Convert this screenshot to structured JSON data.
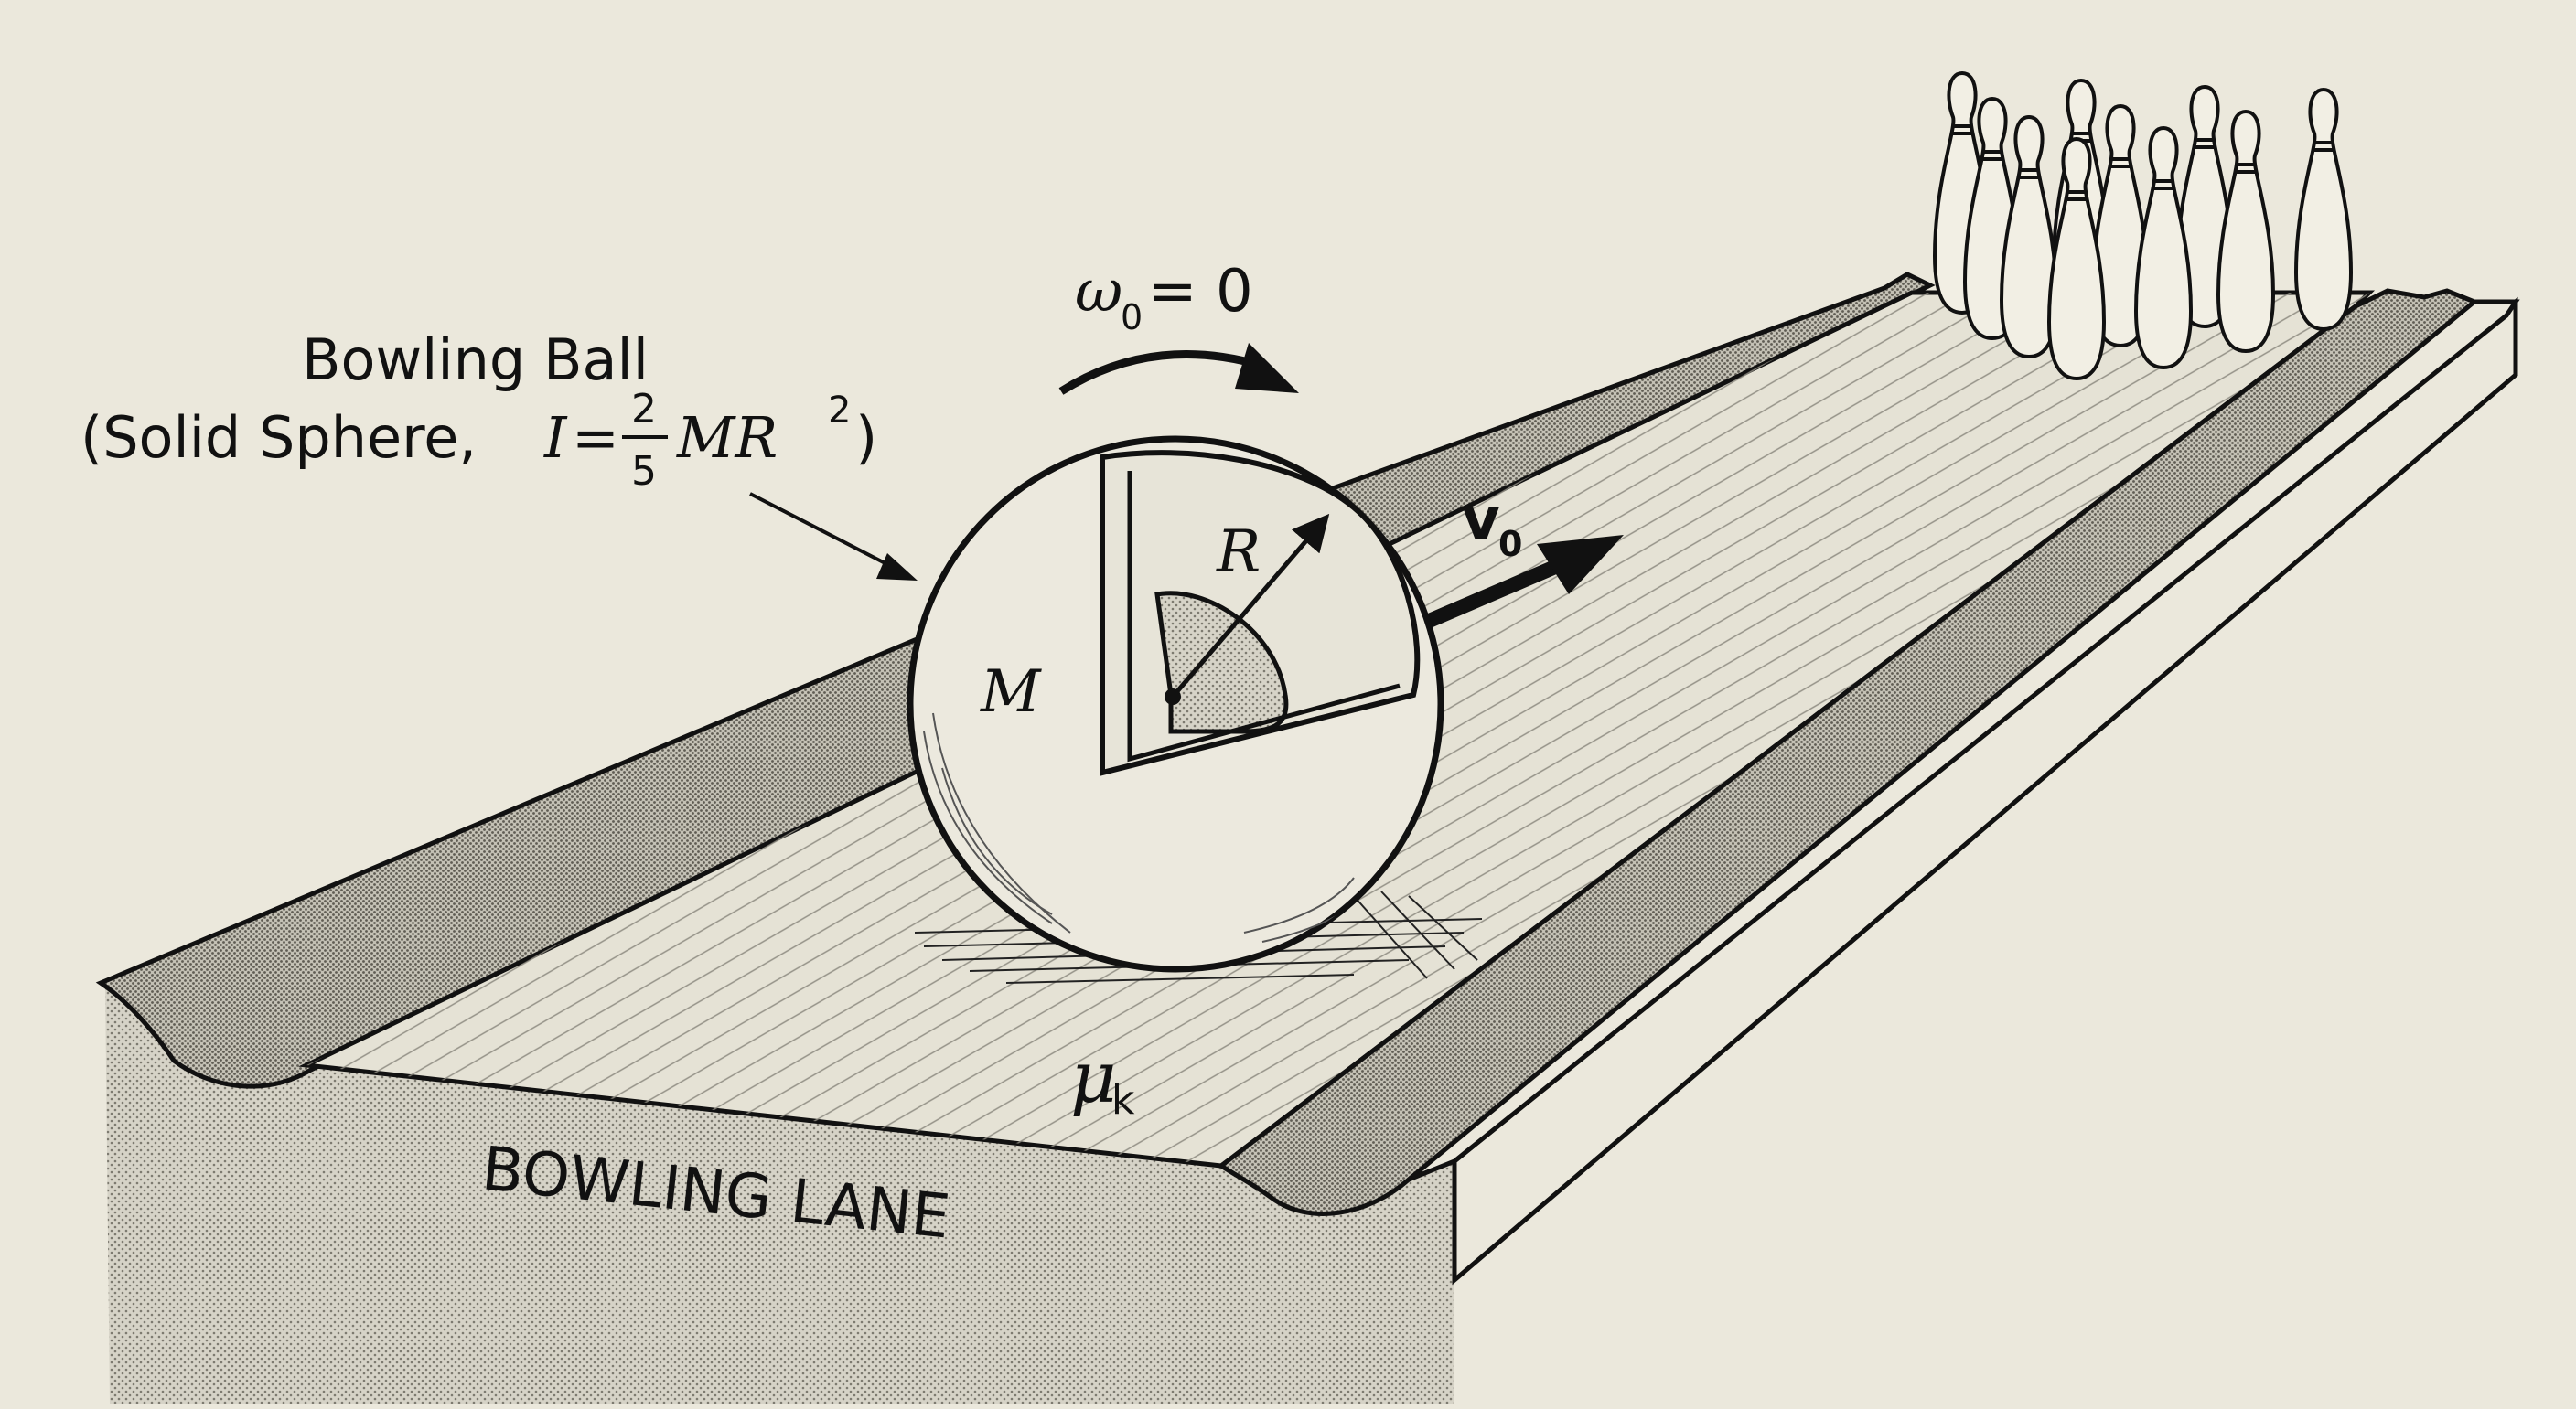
{
  "labels": {
    "ball_title": "Bowling Ball",
    "ball_subtitle_prefix": "(Solid Sphere, ",
    "inertia_symbol": "I",
    "inertia_equals": "=",
    "fraction_num": "2",
    "fraction_den": "5",
    "inertia_mass": "MR",
    "inertia_exp": "2",
    "ball_subtitle_suffix": ")",
    "omega_symbol": "ω",
    "omega_sub": "0",
    "omega_value": " = 0",
    "velocity_symbol": "v",
    "velocity_sub": "0",
    "radius_label": "R",
    "mass_label": "M",
    "friction_symbol": "μ",
    "friction_sub": "k",
    "lane_label": "BOWLING LANE"
  },
  "colors": {
    "background": "#ebe8dc",
    "ink": "#111111",
    "shade": "#b9b6aa"
  }
}
